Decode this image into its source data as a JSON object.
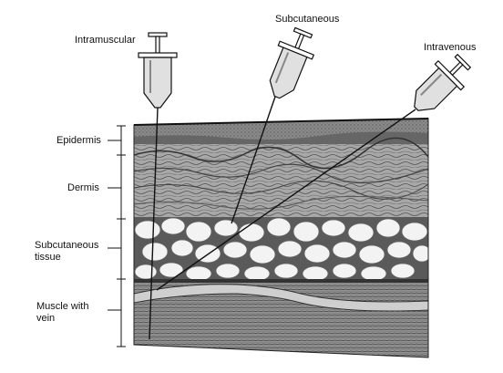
{
  "labels": {
    "needles": {
      "intramuscular": "Intramuscular",
      "subcutaneous": "Subcutaneous",
      "intravenous": "Intravenous"
    },
    "layers": {
      "epidermis": "Epidermis",
      "dermis": "Dermis",
      "subcutaneous_line1": "Subcutaneous",
      "subcutaneous_line2": "tissue",
      "muscle_line1": "Muscle with",
      "muscle_line2": "vein"
    }
  },
  "colors": {
    "ink": "#111111",
    "epidermis": "#7a7a7a",
    "dermis": "#9a9a9a",
    "fat": "#f2f2f2",
    "muscle": "#8c8c8c"
  }
}
